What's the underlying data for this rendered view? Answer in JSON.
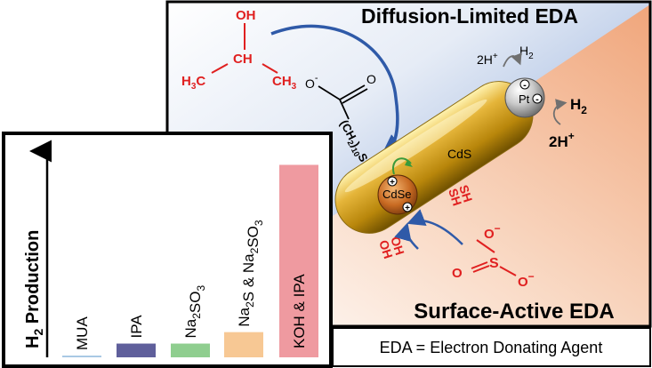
{
  "titles": {
    "top": "Diffusion-Limited EDA",
    "bottom": "Surface-Active EDA",
    "legend": "EDA = Electron Donating Agent"
  },
  "ipa": {
    "oh": "OH",
    "ch": "CH",
    "ch3_left": "H",
    "ch3_left_sub": "3",
    "ch3_left_c": "C",
    "ch3_right": "CH",
    "ch3_right_sub": "3"
  },
  "mua": {
    "o_minus": "O",
    "o": "O",
    "chain_open": "(CH",
    "chain_sub1": "2",
    "chain_close": ")",
    "chain_sub2": "10",
    "chain_s": "S"
  },
  "rod": {
    "cds": "CdS",
    "cdse": "CdSe",
    "pt": "Pt",
    "plus": "+",
    "minus": "-"
  },
  "reactions": {
    "top_2h": "2H",
    "top_h2": "H",
    "top_h2_sub": "2",
    "right_h2": "H",
    "right_h2_sub": "2",
    "right_2h": "2H",
    "plus_sup": "+"
  },
  "surface_groups": {
    "sh1": "SH",
    "sh2": "SH",
    "oh1": "OH",
    "oh2": "OH"
  },
  "sulfite": {
    "s": "S",
    "o_left": "O",
    "o_top": "O",
    "o_bottom": "O",
    "minus": "−"
  },
  "chart": {
    "ylabel_main": "H",
    "ylabel_sub": "2",
    "ylabel_rest": " Production",
    "colors": {
      "MUA": "#a9c9e4",
      "IPA": "#5f5f9b",
      "Na2SO3": "#8fce8f",
      "Na2S_Na2SO3": "#f7c894",
      "KOH_IPA": "#ef9aa0"
    }
  },
  "chart_data": {
    "type": "bar",
    "categories": [
      "MUA",
      "IPA",
      "Na2SO3",
      "Na2S & Na2SO3",
      "KOH & IPA"
    ],
    "values": [
      0.2,
      3,
      3,
      5.5,
      42
    ],
    "ylabel": "H2 Production",
    "xlabel": "",
    "title": "",
    "ylim": [
      0,
      45
    ],
    "grid": false
  }
}
